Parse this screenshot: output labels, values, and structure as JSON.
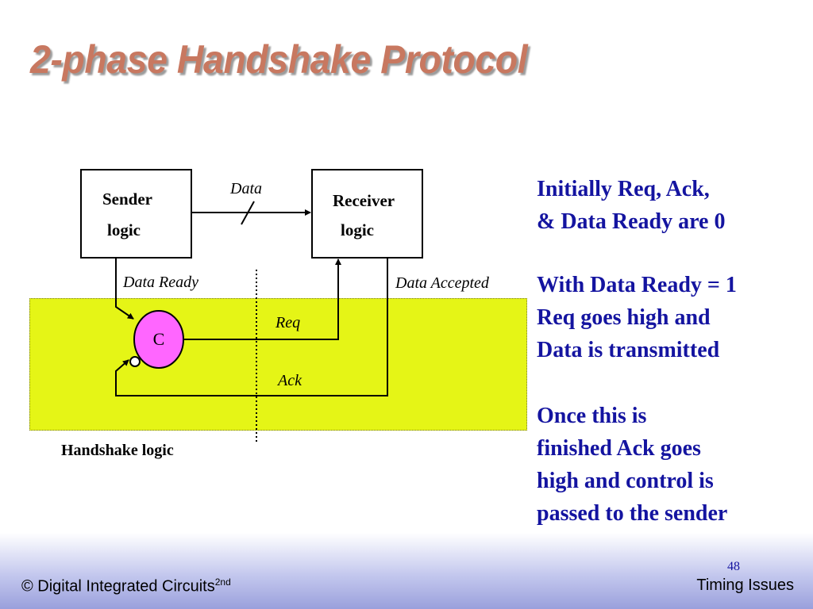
{
  "slide": {
    "title": "2-phase Handshake Protocol",
    "page_number": "48",
    "topic": "Timing Issues",
    "copyright": "© Digital Integrated Circuits",
    "copyright_sup": "2nd"
  },
  "diagram": {
    "sender_line1": "Sender",
    "sender_line2": "logic",
    "receiver_line1": "Receiver",
    "receiver_line2": "logic",
    "data_label": "Data",
    "data_ready_label": "Data Ready",
    "data_accepted_label": "Data Accepted",
    "req_label": "Req",
    "ack_label": "Ack",
    "c_element_label": "C",
    "handshake_label": "Handshake logic",
    "colors": {
      "highlight": "#e5f516",
      "c_element": "#ff66ff",
      "text": "#1414a0",
      "title": "#c87860"
    }
  },
  "notes": {
    "p1_line1": "Initially Req, Ack,",
    "p1_line2": "& Data Ready are 0",
    "p2_line1": "With Data Ready = 1",
    "p2_line2": "Req goes high and",
    "p2_line3": "Data is transmitted",
    "p3_line1": "Once this is",
    "p3_line2": "finished Ack goes",
    "p3_line3": "high and control is",
    "p3_line4": "passed to the sender"
  }
}
